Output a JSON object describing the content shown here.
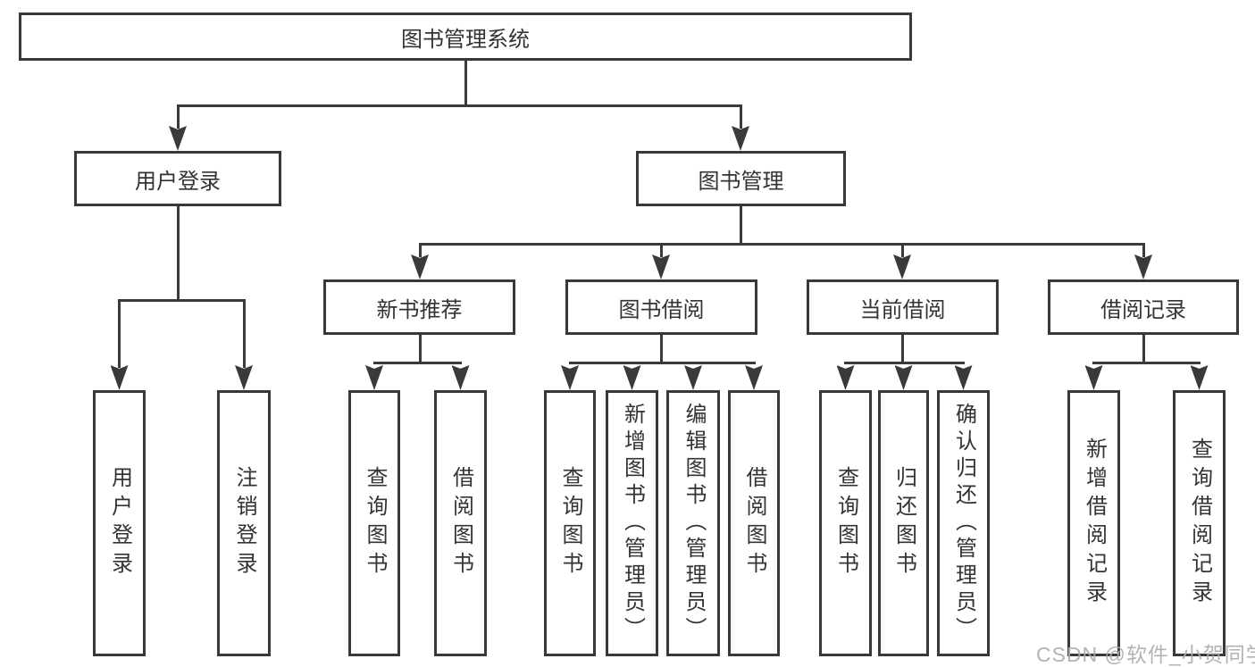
{
  "diagram": {
    "title": "图书管理系统",
    "root": {
      "label": "图书管理系统"
    },
    "level2": [
      {
        "label": "用户登录"
      },
      {
        "label": "图书管理"
      }
    ],
    "level3": [
      {
        "label": "新书推荐"
      },
      {
        "label": "图书借阅"
      },
      {
        "label": "当前借阅"
      },
      {
        "label": "借阅记录"
      }
    ],
    "leaves": {
      "user_login": [
        {
          "label": "用户登录"
        },
        {
          "label": "注销登录"
        }
      ],
      "new_books": [
        {
          "label": "查询图书"
        },
        {
          "label": "借阅图书"
        }
      ],
      "borrow": [
        {
          "label": "查询图书"
        },
        {
          "label": "新增图书（管理员）"
        },
        {
          "label": "编辑图书（管理员）"
        },
        {
          "label": "借阅图书"
        }
      ],
      "current": [
        {
          "label": "查询图书"
        },
        {
          "label": "归还图书"
        },
        {
          "label": "确认归还（管理员）"
        }
      ],
      "records": [
        {
          "label": "新增借阅记录"
        },
        {
          "label": "查询借阅记录"
        }
      ]
    },
    "watermark": "CSDN @软件_小贺同学",
    "colors": {
      "line": "#3a3a3a",
      "border": "#383838",
      "text": "#333333",
      "watermark": "#ababab",
      "background": "#ffffff"
    }
  }
}
